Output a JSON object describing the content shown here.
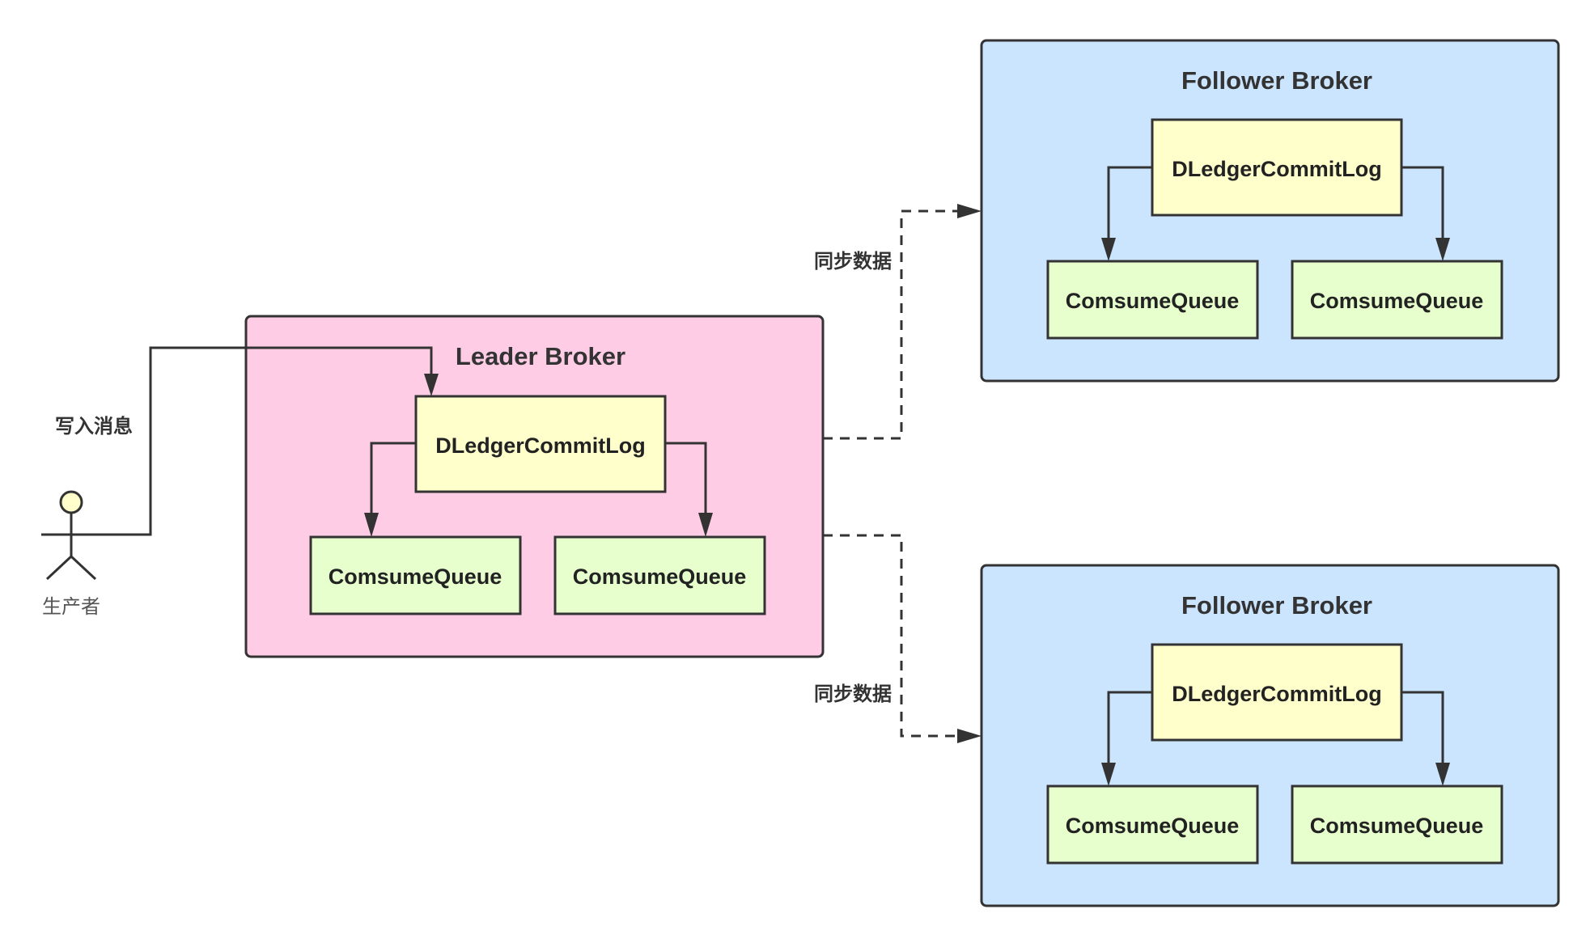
{
  "producer": {
    "label": "生产者"
  },
  "edges": {
    "write_label": "写入消息",
    "sync_label_top": "同步数据",
    "sync_label_bottom": "同步数据"
  },
  "leader": {
    "title": "Leader Broker",
    "commit_log": "DLedgerCommitLog",
    "queue_left": "ComsumeQueue",
    "queue_right": "ComsumeQueue"
  },
  "follower_top": {
    "title": "Follower Broker",
    "commit_log": "DLedgerCommitLog",
    "queue_left": "ComsumeQueue",
    "queue_right": "ComsumeQueue"
  },
  "follower_bottom": {
    "title": "Follower Broker",
    "commit_log": "DLedgerCommitLog",
    "queue_left": "ComsumeQueue",
    "queue_right": "ComsumeQueue"
  },
  "colors": {
    "leader_fill": "#ffcce6",
    "follower_fill": "#cce5ff",
    "commit_log_fill": "#ffffcc",
    "queue_fill": "#e6ffcc",
    "stroke": "#333333"
  }
}
